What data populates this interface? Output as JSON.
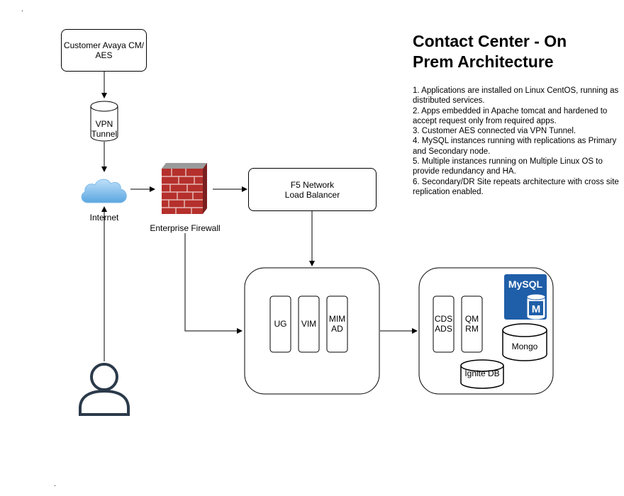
{
  "title_line1": "Contact Center  - On",
  "title_line2": "Prem Architecture",
  "notes": [
    "1. Applications are installed on Linux CentOS, running as distributed services.",
    "2. Apps embedded in Apache tomcat and hardened to accept request only from required apps.",
    "3. Customer AES connected via VPN Tunnel.",
    "4. MySQL instances running with replications as Primary and Secondary node.",
    "5. Multiple instances running on Multiple Linux OS to provide redundancy and HA.",
    "6. Secondary/DR Site repeats architecture with cross site replication enabled."
  ],
  "nodes": {
    "customer_line1": "Customer Avaya CM/",
    "customer_line2": "AES",
    "vpn_line1": "VPN",
    "vpn_line2": "Tunnel",
    "internet": "Internet",
    "firewall": "Enterprise Firewall",
    "lb_line1": "F5 Network",
    "lb_line2": "Load Balancer",
    "ug": "UG",
    "vim": "VIM",
    "mim_line1": "MIM",
    "mim_line2": "AD",
    "cds_line1": "CDS",
    "cds_line2": "ADS",
    "qm_line1": "QM",
    "qm_line2": "RM",
    "mysql_logo": "MySQL",
    "mysql_badge": "M",
    "mongo": "Mongo",
    "ignite": "Ignite DB"
  },
  "dots": [
    ".",
    "."
  ],
  "colors": {
    "mysql_blue": "#1f5ea8",
    "brick": "#b5302c",
    "cloud": "#5aa6e0",
    "person": "#2b3a4a"
  },
  "icons": [
    "cloud-icon",
    "firewall-icon",
    "person-icon",
    "mysql-icon"
  ]
}
